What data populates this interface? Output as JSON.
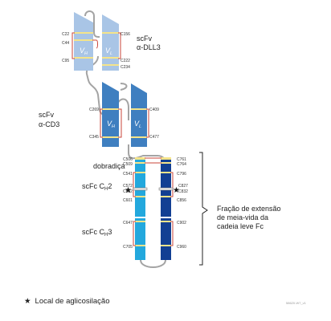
{
  "labels": {
    "scfv_dll3": [
      "scFv",
      "α-DLL3"
    ],
    "scfv_cd3": [
      "scFv",
      "α-CD3"
    ],
    "hinge": "dobradiça",
    "scfc_ch2": {
      "base": "scFc C",
      "sub": "H",
      "suffix": "2"
    },
    "scfc_ch3": {
      "base": "scFc C",
      "sub": "H",
      "suffix": "3"
    },
    "fraction": [
      "Fração de extensão",
      "de meia-vida da",
      "cadeia leve Fc"
    ]
  },
  "domains": {
    "vh": {
      "base": "V",
      "sub": "H"
    },
    "vl": {
      "base": "V",
      "sub": "L"
    }
  },
  "residues": {
    "dll3_left": [
      "C22",
      "C44",
      "C95"
    ],
    "dll3_right": [
      "C156",
      "C222",
      "C234"
    ],
    "cd3_left": [
      "C269",
      "C345"
    ],
    "cd3_right": [
      "C409",
      "C477"
    ],
    "fc_left": [
      "C506",
      "C509",
      "C541",
      "C572",
      "C582",
      "C601",
      "C647",
      "C705"
    ],
    "fc_right": [
      "C761",
      "C764",
      "C796",
      "C827",
      "C832",
      "C856",
      "C902",
      "C960"
    ]
  },
  "legend": {
    "star": "★",
    "text": "Local de aglicosilação"
  },
  "figure_code": "58620-W7_v1",
  "colors": {
    "dll3": "#a9c5e6",
    "cd3": "#3f7fc0",
    "fc_left": "#23a8dd",
    "fc_right": "#123f93",
    "disulfide_line": "#c8443a",
    "linker": "#a4a4a4",
    "band": "#f4e48a"
  }
}
